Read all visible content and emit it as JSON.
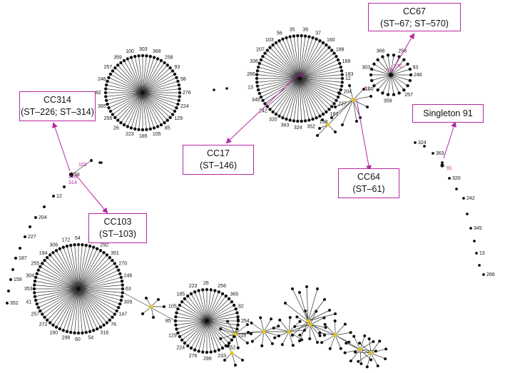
{
  "callouts": {
    "cc67": {
      "title": "CC67",
      "sub": "(ST–67; ST–570)"
    },
    "cc314": {
      "title": "CC314",
      "sub": "(ST–226; ST–314)"
    },
    "cc17": {
      "title": "CC17",
      "sub": "(ST–146)"
    },
    "cc64": {
      "title": "CC64",
      "sub": "(ST–61)"
    },
    "cc103": {
      "title": "CC103",
      "sub": "(ST–103)"
    },
    "singleton": {
      "title": "Singleton 91"
    }
  },
  "highlight_labels": [
    "67",
    "570",
    "61",
    "226",
    "314",
    "103",
    "146",
    "91"
  ],
  "node_labels": [
    "276",
    "224",
    "129",
    "85",
    "105",
    "185",
    "223",
    "26",
    "256",
    "365",
    "82",
    "246",
    "257",
    "359",
    "100",
    "303",
    "368",
    "258",
    "93",
    "58",
    "12",
    "204",
    "227",
    "187",
    "159",
    "352",
    "324",
    "363",
    "320",
    "242",
    "345",
    "13",
    "266",
    "336",
    "207",
    "103",
    "56",
    "35",
    "39",
    "37",
    "160",
    "188",
    "169",
    "183",
    "63",
    "309",
    "147",
    "76",
    "318",
    "54",
    "60",
    "298",
    "160",
    "272",
    "257",
    "41",
    "353",
    "304",
    "255",
    "194",
    "306",
    "172",
    "54",
    "98",
    "292",
    "351",
    "270",
    "246",
    "254",
    "118",
    "52",
    "233",
    "299"
  ],
  "colors": {
    "accent": "#b5289e",
    "node": "#111111",
    "hub": "#e8c21a",
    "edge": "#333333",
    "green": "#3aa33a"
  }
}
